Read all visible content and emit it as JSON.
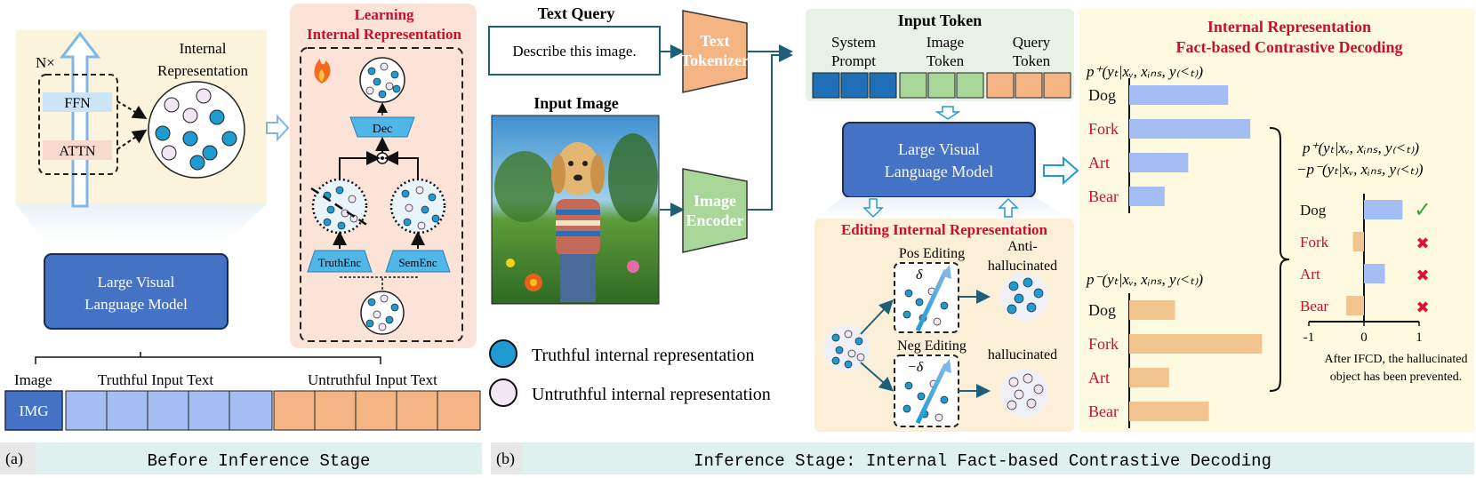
{
  "panel_a": {
    "n_times": "N×",
    "ffn": "FFN",
    "attn": "ATTN",
    "internal_rep_line1": "Internal",
    "internal_rep_line2": "Representation",
    "lvlm_line1": "Large Visual",
    "lvlm_line2": "Language Model",
    "image_label": "Image",
    "truthful_label": "Truthful  Input Text",
    "untruthful_label": "Untruthful Input Text",
    "img_token": "IMG",
    "footer_letter": "(a)",
    "footer_title": "Before Inference Stage"
  },
  "learning": {
    "title_line1": "Learning",
    "title_line2": "Internal Representation",
    "dec": "Dec",
    "truth_enc": "TruthEnc",
    "sem_enc": "SemEnc"
  },
  "panel_b": {
    "text_query_title": "Text Query",
    "query_text": "Describe this image.",
    "input_image_title": "Input Image",
    "text_tokenizer_line1": "Text",
    "text_tokenizer_line2": "Tokenizer",
    "image_encoder_line1": "Image",
    "image_encoder_line2": "Encoder",
    "input_token_title": "Input Token",
    "system_prompt_line1": "System",
    "system_prompt_line2": "Prompt",
    "image_token_line1": "Image",
    "image_token_line2": "Token",
    "query_token_line1": "Query",
    "query_token_line2": "Token",
    "lvlm_line1": "Large Visual",
    "lvlm_line2": "Language Model",
    "legend_truthful": "Truthful internal representation",
    "legend_untruthful": "Untruthful internal representation",
    "footer_letter": "(b)",
    "footer_title": "Inference Stage: Internal Fact-based Contrastive Decoding"
  },
  "editing": {
    "title": "Editing Internal Representation",
    "pos_editing": "Pos Editing",
    "neg_editing": "Neg Editing",
    "delta_pos": "δ",
    "delta_neg": "−δ",
    "anti_line1": "Anti-",
    "anti_line2": "hallucinated",
    "hallucinated": "hallucinated"
  },
  "ifcd": {
    "title_line1": "Internal Representation",
    "title_line2": "Fact-based Contrastive Decoding",
    "p_plus_formula": "p⁺(yₜ|xᵥ, xᵢₙₛ, y₍<ₜ₎)",
    "p_minus_formula": "p⁻(yₜ|xᵥ, xᵢₙₛ, y₍<ₜ₎)",
    "diff_line1": "p⁺(yₜ|xᵥ, xᵢₙₛ, y₍<ₜ₎)",
    "diff_line2": "−p⁻(yₜ|xᵥ, xᵢₙₛ, y₍<ₜ₎)",
    "axis_min": "-1",
    "axis_zero": "0",
    "axis_max": "1",
    "note_line1": "After IFCD, the hallucinated",
    "note_line2": "object has been prevented.",
    "check": "✓",
    "cross": "✖"
  },
  "chart_data": [
    {
      "type": "bar",
      "orientation": "horizontal",
      "categories": [
        "Dog",
        "Fork",
        "Art",
        "Bear"
      ],
      "values": [
        0.67,
        0.82,
        0.4,
        0.24
      ],
      "color": "#a4bdf2"
    },
    {
      "type": "bar",
      "orientation": "horizontal",
      "categories": [
        "Dog",
        "Fork",
        "Art",
        "Bear"
      ],
      "values": [
        0.31,
        0.9,
        0.27,
        0.54
      ],
      "color": "#f2c48f"
    },
    {
      "type": "bar",
      "orientation": "horizontal",
      "categories": [
        "Dog",
        "Fork",
        "Art",
        "Bear"
      ],
      "values": [
        0.7,
        -0.2,
        0.38,
        -0.32
      ],
      "xlim": [
        -1,
        1
      ],
      "ticks": [
        "-1",
        "0",
        "1"
      ],
      "marks": [
        "check",
        "cross",
        "cross",
        "cross"
      ]
    }
  ],
  "colors": {
    "accent_red": "#c8102e",
    "lvlm_blue": "#4472c4",
    "truthful_dot": "#1f9bd1",
    "untruthful_dot": "#f3e6f4",
    "token_blue": "#1f6fb8",
    "token_green": "#a9d79a",
    "token_orange": "#f4b483",
    "positive_bar": "#a4bdf2",
    "negative_bar": "#f2c48f"
  }
}
